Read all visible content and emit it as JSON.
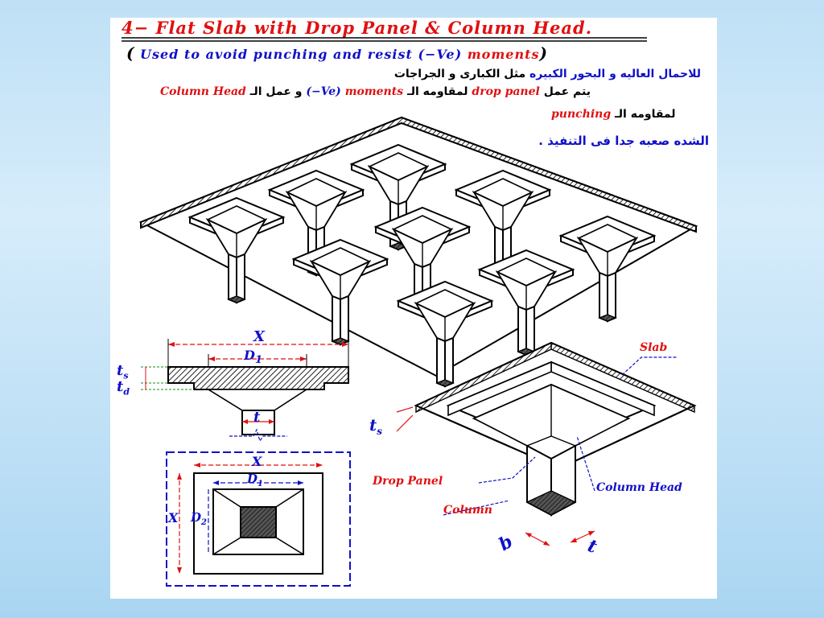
{
  "title": {
    "number": "4",
    "dash": "−",
    "part1": "Flat Slab with",
    "part2": "Drop Panel & Column Head."
  },
  "subtitle": {
    "open": "(",
    "text1": "Used to avoid punching and resist",
    "paren_ve": "(−Ve)",
    "text2": "moments",
    "close": ")"
  },
  "arabic": {
    "line1_red": "للاحمال العاليه و البحور الكبيره",
    "line1_black": "مثل الكبارى و الجراجات",
    "line2_a": "يتم عمل",
    "line2_dp": "drop panel",
    "line2_b": "لمقاومه الـ",
    "line2_mom": "moments",
    "line2_ve": "(−Ve)",
    "line2_c": "و عمل الـ",
    "line2_ch": "Column Head",
    "line3_a": "لمقاومه الـ",
    "line3_p": "punching",
    "line4": "الشده صعبه جدا فى التنفيذ ."
  },
  "labels": {
    "X": "X",
    "D1": "D1",
    "D1_main": "D",
    "D1_sub": "1",
    "D2_main": "D",
    "D2_sub": "2",
    "ts_main": "t",
    "ts_sub": "s",
    "td_main": "t",
    "td_sub": "d",
    "t": "t",
    "b": "b",
    "slab": "Slab",
    "drop_panel": "Drop Panel",
    "column_head": "Column Head",
    "column": "Column"
  }
}
